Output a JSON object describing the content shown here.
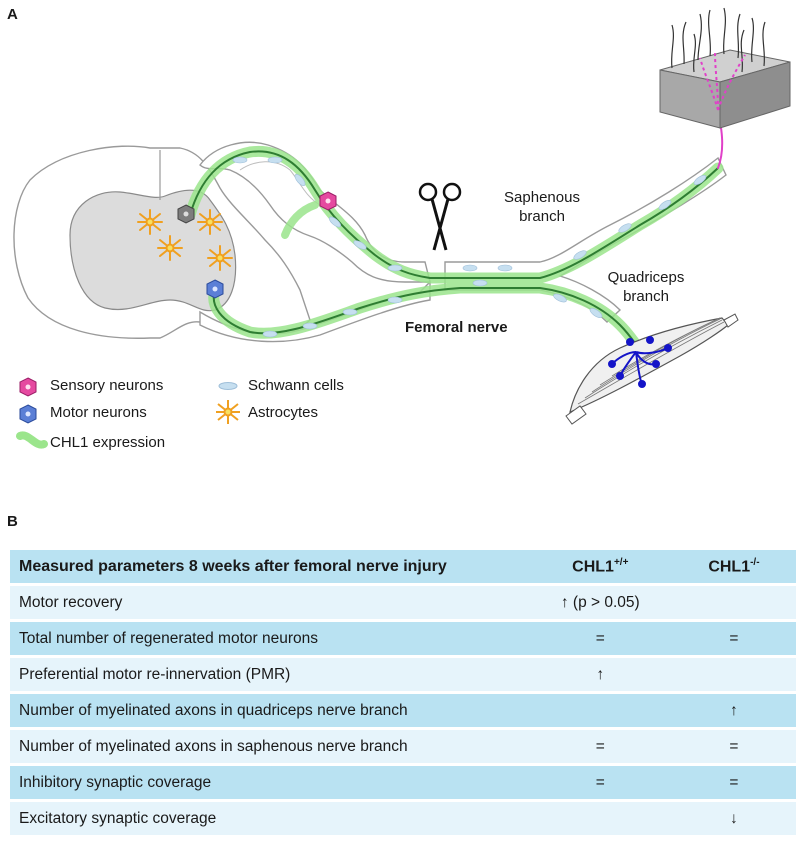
{
  "panels": {
    "a": "A",
    "b": "B"
  },
  "labels": {
    "saphenous": [
      "Saphenous",
      "branch"
    ],
    "quadriceps": [
      "Quadriceps",
      "branch"
    ],
    "femoral": "Femoral nerve"
  },
  "legend": {
    "sensory": "Sensory neurons",
    "motor": "Motor neurons",
    "chl1": "CHL1 expression",
    "schwann": "Schwann cells",
    "astro": "Astrocytes"
  },
  "colors": {
    "chl1_glow": "#9be58c",
    "axon": "#2e7d32",
    "sensory": "#e54aa0",
    "motor": "#5b7fd6",
    "astrocyte": "#f0a020",
    "schwann": "#c6dff0",
    "endplate": "#1414c8",
    "table_dark": "#b9e2f2",
    "table_light": "#e6f4fb"
  },
  "table": {
    "header": {
      "param": "Measured parameters 8 weeks after femoral nerve injury",
      "wt": "CHL1",
      "wt_sup": "+/+",
      "ko": "CHL1",
      "ko_sup": "-/-"
    },
    "rows": [
      {
        "param": "Motor recovery",
        "wt": "↑ (p > 0.05)",
        "ko": ""
      },
      {
        "param": "Total number of regenerated motor neurons",
        "wt": "=",
        "ko": "="
      },
      {
        "param": "Preferential motor re-innervation (PMR)",
        "wt": "↑",
        "ko": ""
      },
      {
        "param": "Number of myelinated axons in quadriceps nerve branch",
        "wt": "",
        "ko": "↑"
      },
      {
        "param": "Number of myelinated axons in saphenous nerve branch",
        "wt": "=",
        "ko": "="
      },
      {
        "param": "Inhibitory synaptic coverage",
        "wt": "=",
        "ko": "="
      },
      {
        "param": "Excitatory synaptic coverage",
        "wt": "",
        "ko": "↓"
      }
    ]
  }
}
